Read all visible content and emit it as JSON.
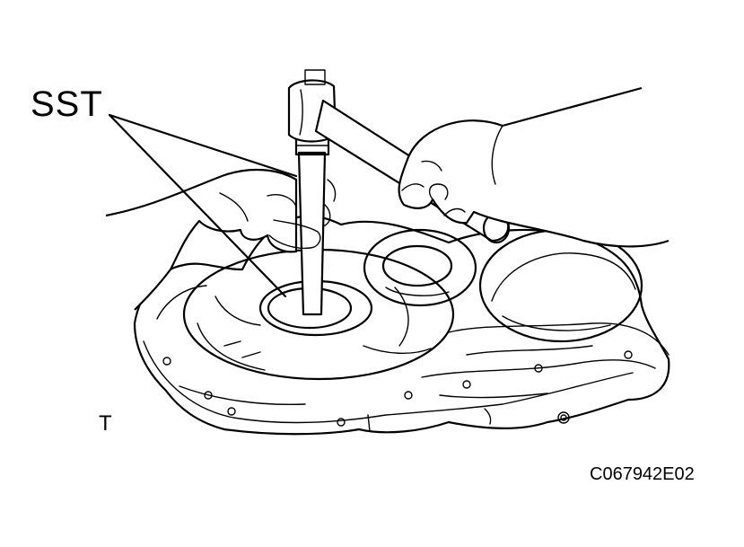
{
  "labels": {
    "sst": "SST",
    "side_mark": "T"
  },
  "figure_code": "C067942E02",
  "colors": {
    "line": "#000000",
    "background": "#ffffff"
  }
}
